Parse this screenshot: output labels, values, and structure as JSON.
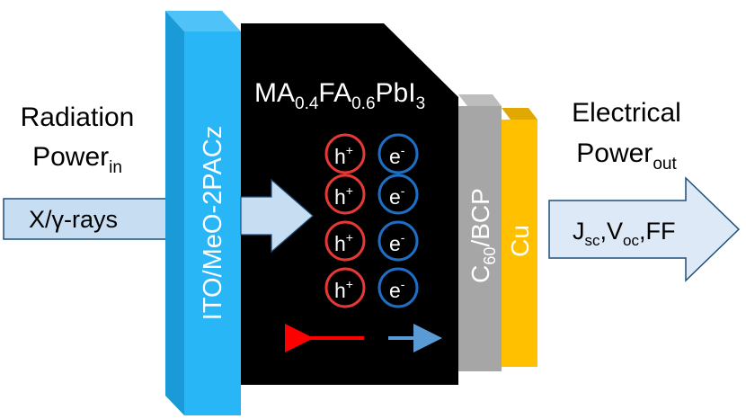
{
  "left_label": {
    "line1": "Radiation",
    "line2_main": "Power",
    "line2_sub": "in"
  },
  "input_arrow": {
    "text": "X/γ-rays"
  },
  "ito_layer": {
    "text": "ITO/MeO-2PACz"
  },
  "perovskite": {
    "title_parts": [
      {
        "t": "MA",
        "sub": false
      },
      {
        "t": "0.4",
        "sub": true
      },
      {
        "t": "FA",
        "sub": false
      },
      {
        "t": "0.6",
        "sub": true
      },
      {
        "t": "PbI",
        "sub": false
      },
      {
        "t": "3",
        "sub": true
      }
    ],
    "hole_base": "h",
    "hole_sup": "+",
    "electron_base": "e",
    "electron_sup": "-"
  },
  "c60_layer": {
    "main1": "C",
    "sub": "60",
    "main2": "/BCP"
  },
  "cu_layer": {
    "text": "Cu"
  },
  "right_label": {
    "line1": "Electrical",
    "line2_main": "Power",
    "line2_sub": "out"
  },
  "output_arrow": {
    "parts": [
      {
        "t": "J",
        "sub": false
      },
      {
        "t": "sc",
        "sub": true
      },
      {
        "t": ",V",
        "sub": false
      },
      {
        "t": "oc",
        "sub": true
      },
      {
        "t": ",FF",
        "sub": false
      }
    ]
  },
  "colors": {
    "ito_face": "#29b6f6",
    "ito_top": "#4fc3f7",
    "perovskite": "#000000",
    "c60_face": "#a6a6a6",
    "c60_top": "#bdbdbd",
    "cu_face": "#ffc000",
    "cu_top": "#e0a800",
    "arrow_fill": "#c7ddf2",
    "arrow_stroke": "#1f4e79",
    "hole_ring": "#e53935",
    "electron_ring": "#1e6fc4",
    "red_arrow": "#ff0000",
    "blue_arrow": "#5b9bd5"
  }
}
